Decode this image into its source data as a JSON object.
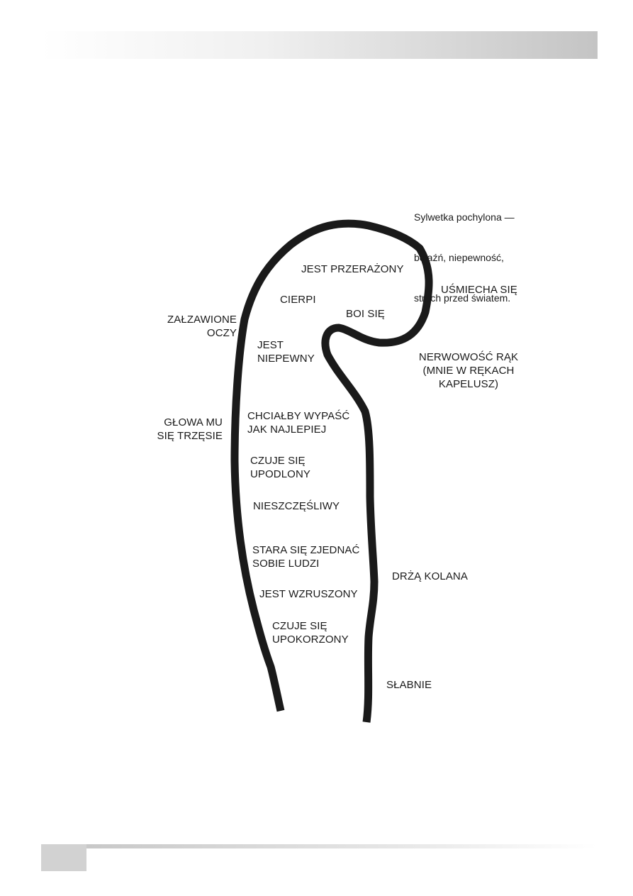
{
  "caption": {
    "line1": "Sylwetka pochylona —",
    "line2": "bojaźń, niepewność,",
    "line3": "strach przed światem."
  },
  "labels": {
    "przerazony": "JEST PRZERAŻONY",
    "cierpi": "CIERPI",
    "boi_sie": "BOI SIĘ",
    "usmiecha_sie": "UŚMIECHA SIĘ",
    "zalzawione_oczy": "ZAŁZAWIONE\nOCZY",
    "niepewny": "JEST\nNIEPEWNY",
    "nerwowosc_rak": "NERWOWOŚĆ RĄK\n(MNIE W RĘKACH\nKAPELUSZ)",
    "glowa_sie_trzesie": "GŁOWA MU\nSIĘ TRZĘSIE",
    "chcialby_wypasc": "CHCIAŁBY WYPAŚĆ\nJAK NAJLEPIEJ",
    "czuje_sie_upodlony": "CZUJE SIĘ\nUPODLONY",
    "nieszczesliwy": "NIESZCZĘŚLIWY",
    "stara_sie_zjednac": "STARA SIĘ ZJEDNAĆ\nSOBIE LUDZI",
    "drza_kolana": "DRŻĄ KOLANA",
    "wzruszony": "JEST WZRUSZONY",
    "czuje_sie_upokorzony": "CZUJE SIĘ\nUPOKORZONY",
    "slabnie": "SŁABNIE"
  },
  "colors": {
    "outline": "#1a1a1a",
    "header_gradient_end": "#c4c4c4",
    "page_box": "#d2d2d2"
  }
}
